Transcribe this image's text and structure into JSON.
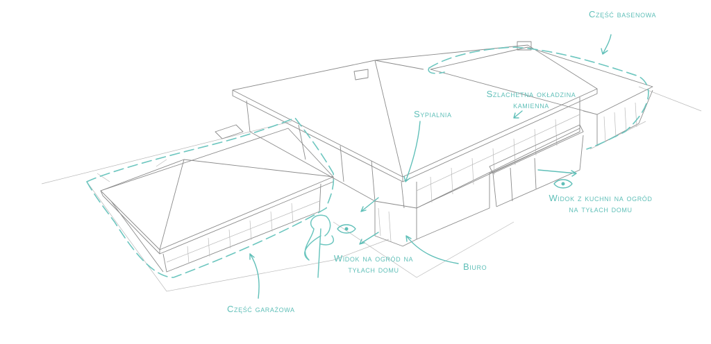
{
  "labels": {
    "pool": "Część basenowa",
    "stone": "Szlachetna okładzina kamienna",
    "bedroom": "Sypialnia",
    "kitchen_view": "Widok z kuchni na ogród na tyłach domu",
    "office": "Biuro",
    "garden_view": "Widok na ogród na tyłach domu",
    "garage": "Część garażowa"
  },
  "colors": {
    "annotation": "#5fbfb8",
    "line": "#8a8a8a"
  },
  "icons": [
    "eye-icon",
    "tree-icon",
    "arrow-icon"
  ]
}
